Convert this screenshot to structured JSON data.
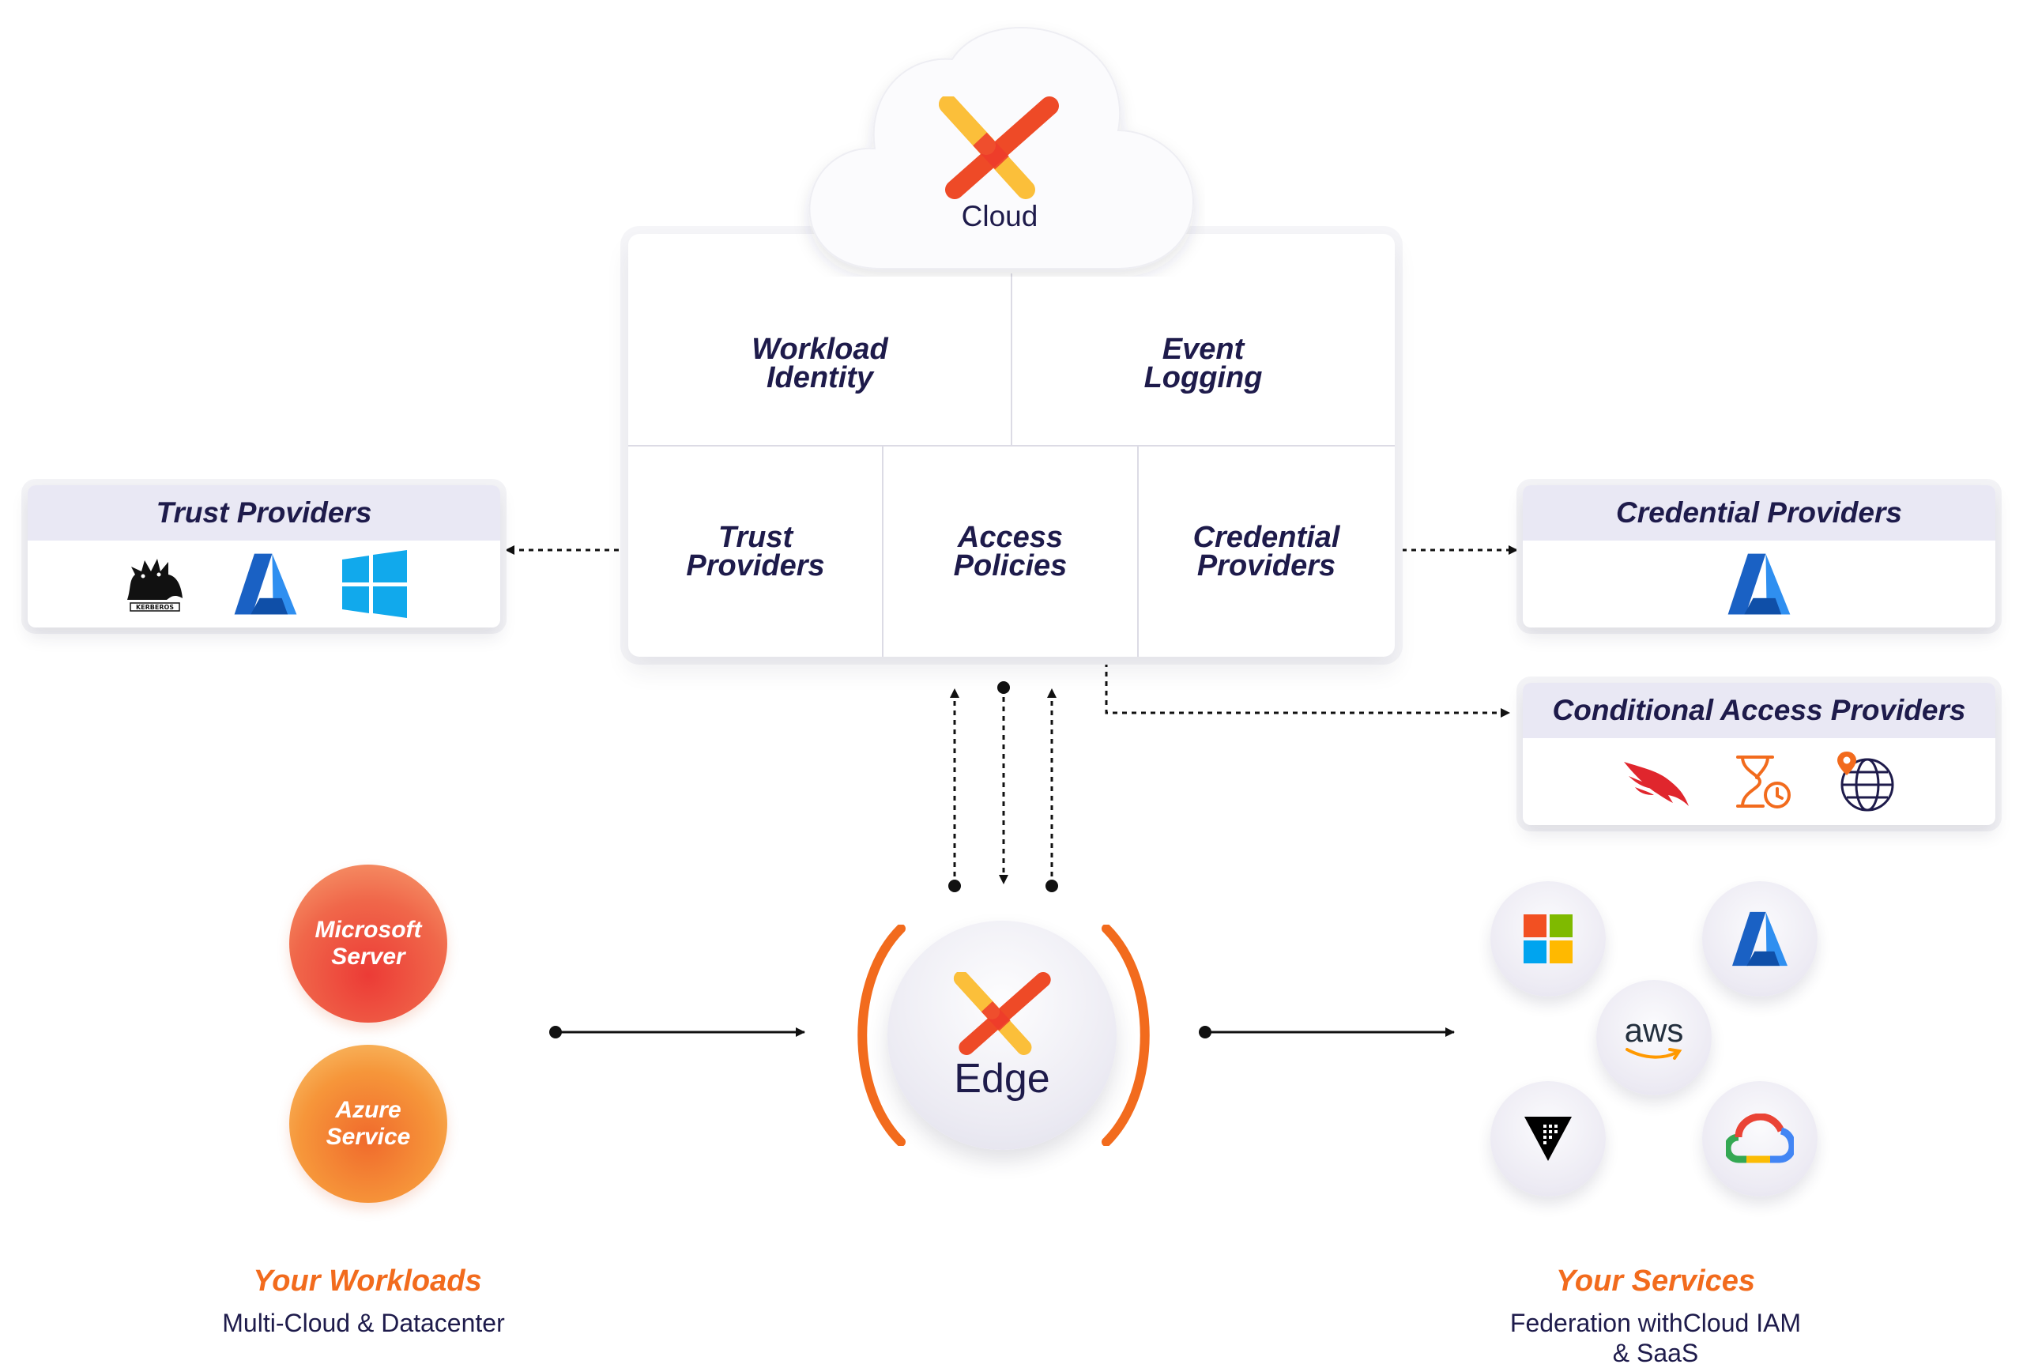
{
  "cloud": {
    "label": "Cloud",
    "logo_icon": "cross-x-logo-icon"
  },
  "console": {
    "workload_identity": "Workload\nIdentity",
    "event_logging": "Event\nLogging",
    "trust_providers": "Trust\nProviders",
    "access_policies": "Access\nPolicies",
    "credential_providers": "Credential\nProviders"
  },
  "trust_card": {
    "title": "Trust Providers",
    "icons": [
      "kerberos-icon",
      "azure-icon",
      "windows-icon"
    ],
    "kerberos_caption": "KERBEROS"
  },
  "credential_card": {
    "title": "Credential Providers",
    "icons": [
      "azure-icon"
    ]
  },
  "conditional_card": {
    "title": "Conditional Access Providers",
    "icons": [
      "crowdstrike-falcon-icon",
      "hourglass-clock-icon",
      "globe-location-icon"
    ]
  },
  "workloads": {
    "items": [
      {
        "label": "Microsoft\nServer"
      },
      {
        "label": "Azure\nService"
      }
    ],
    "title": "Your Workloads",
    "subtitle": "Multi-Cloud & Datacenter"
  },
  "edge": {
    "label": "Edge"
  },
  "services": {
    "icons": [
      "microsoft-icon",
      "azure-icon",
      "aws-icon",
      "vault-icon",
      "google-cloud-icon"
    ],
    "aws_text": "aws",
    "title": "Your Services",
    "subtitle": "Federation withCloud IAM\n& SaaS"
  },
  "colors": {
    "navy": "#1e1b4b",
    "orange": "#f26b1d",
    "logo_red": "#ee3b2b",
    "logo_yellow": "#fbbf3a",
    "card_header": "#e9e8f4"
  }
}
